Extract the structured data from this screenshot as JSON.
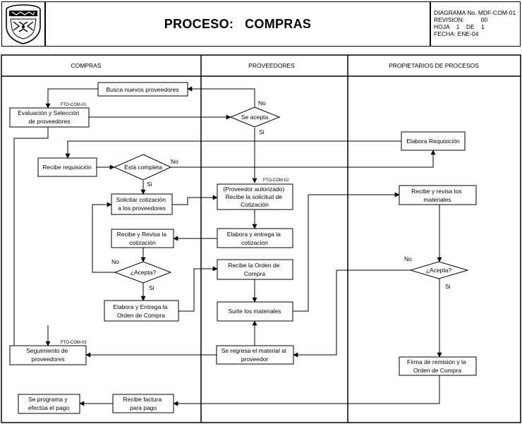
{
  "header": {
    "title": "PROCESO:   COMPRAS",
    "logo": "university-crest-logo",
    "meta": [
      "DIAGRAMA No. MDF-COM-01",
      "REVISION:          00",
      "HOJA    1    DE    1",
      "FECHA: ENE-04"
    ]
  },
  "lanes": [
    "COMPRAS",
    "PROVEEDORES",
    "PROPIETARIOS  DE PROCESOS"
  ],
  "steps": {
    "busca": [
      "Busca nuevos proveedores"
    ],
    "evaluacion": [
      "Evaluación y Selección",
      "de proveedores"
    ],
    "recibe_req": [
      "Recibe requisición"
    ],
    "solicitar": [
      "Solicitar cotización",
      "a los proveedores"
    ],
    "recibe_revisa_cot": [
      "Recibe y Revisa la",
      "cotización"
    ],
    "elabora_entrega_oc": [
      "Elabora y Entrega la",
      "Orden de Compra"
    ],
    "seguimiento": [
      "Seguimiento de",
      "proveedores"
    ],
    "programa_pago": [
      "Se programa y",
      "efectúa el pago"
    ],
    "recibe_factura": [
      "Recibe factura",
      "para pago"
    ],
    "prov_recibe_sol": [
      "(Proveedor autorizado)",
      "Recibe la solicitud de",
      "Cotización"
    ],
    "elabora_cot": [
      "Elabora y entrega la",
      "cotizacion"
    ],
    "recibe_oc": [
      "Recibe la Orden de",
      "Compra"
    ],
    "surte": [
      "Surte los materiales"
    ],
    "regresa": [
      "Se regresa el material al",
      "proveedor"
    ],
    "elabora_req": [
      "Elabora Requisición"
    ],
    "recibe_revisa_mat": [
      "Recibe y revisa los",
      "materiales"
    ],
    "firma": [
      "Firma de remisión y la",
      "Orden de Compra"
    ]
  },
  "decisions": {
    "se_acepta": [
      "Se acepta"
    ],
    "esta_completa": [
      "Está completa"
    ],
    "acepta_compras": [
      "¿Acepta?"
    ],
    "acepta_prop": [
      "¿Acepta?"
    ]
  },
  "labels": {
    "no": "No",
    "si": "Si"
  },
  "refs": {
    "fto01": "FTO-COM-01",
    "fto02": "FTO-COM-02",
    "fto03": "FTO-COM-03"
  }
}
